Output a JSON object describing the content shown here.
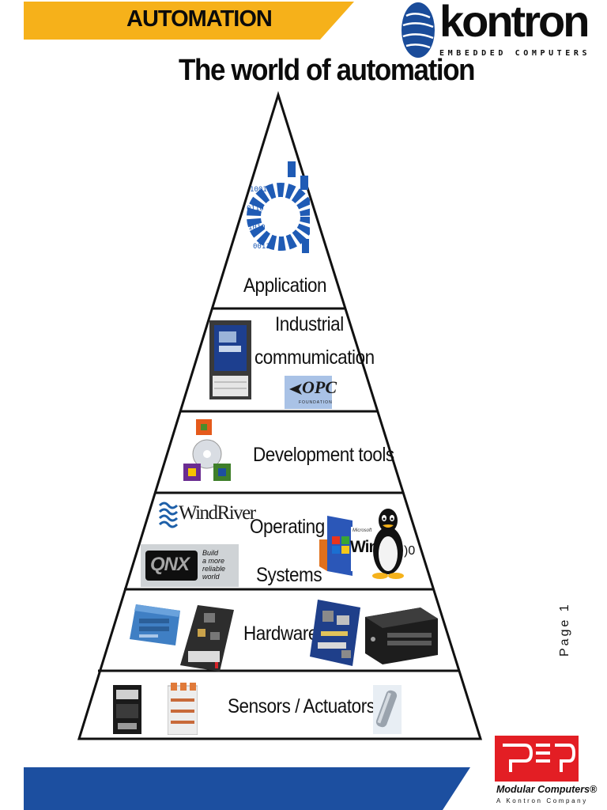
{
  "header": {
    "section_title": "AUTOMATION",
    "banner_color": "#F6B11A"
  },
  "brand": {
    "name": "kontron",
    "tagline": "EMBEDDED COMPUTERS",
    "color": "#1A4C9A"
  },
  "page_title": "The world of automation",
  "pyramid": {
    "layers": [
      {
        "label": "Application"
      },
      {
        "label_line1": "Industrial",
        "label_line2": "commumication"
      },
      {
        "label": "Development tools"
      },
      {
        "label_line1": "Operating",
        "label_line2": "Systems"
      },
      {
        "label": "Hardware"
      },
      {
        "label": "Sensors / Actuators"
      }
    ]
  },
  "logos": {
    "opc": "OPC",
    "opc_sub": "FOUNDATION",
    "windriver": "WindRiver",
    "qnx": "QNX",
    "qnx_tagline_1": "Build",
    "qnx_tagline_2": "a more",
    "qnx_tagline_3": "reliable",
    "qnx_tagline_4": "world",
    "windows_small": "Microsoft",
    "windows": "Winc",
    "windows_suffix": ")0"
  },
  "page_number": "Page 1",
  "footer": {
    "bar_color": "#1C4FA0",
    "company": "Modular Computers®",
    "company_sub": "A Kontron Company",
    "logo_color": "#E31E24"
  },
  "icons": [
    "binary-gear-icon",
    "industrial-pc-icon",
    "dev-tools-cubes-icon",
    "windows-box-icon",
    "linux-penguin-icon",
    "hardware-module-icon",
    "circuit-board-icon",
    "rack-server-icon",
    "sensor-icon",
    "terminal-block-icon",
    "cylinder-sensor-icon",
    "kontron-globe-icon",
    "pep-logo-icon"
  ]
}
